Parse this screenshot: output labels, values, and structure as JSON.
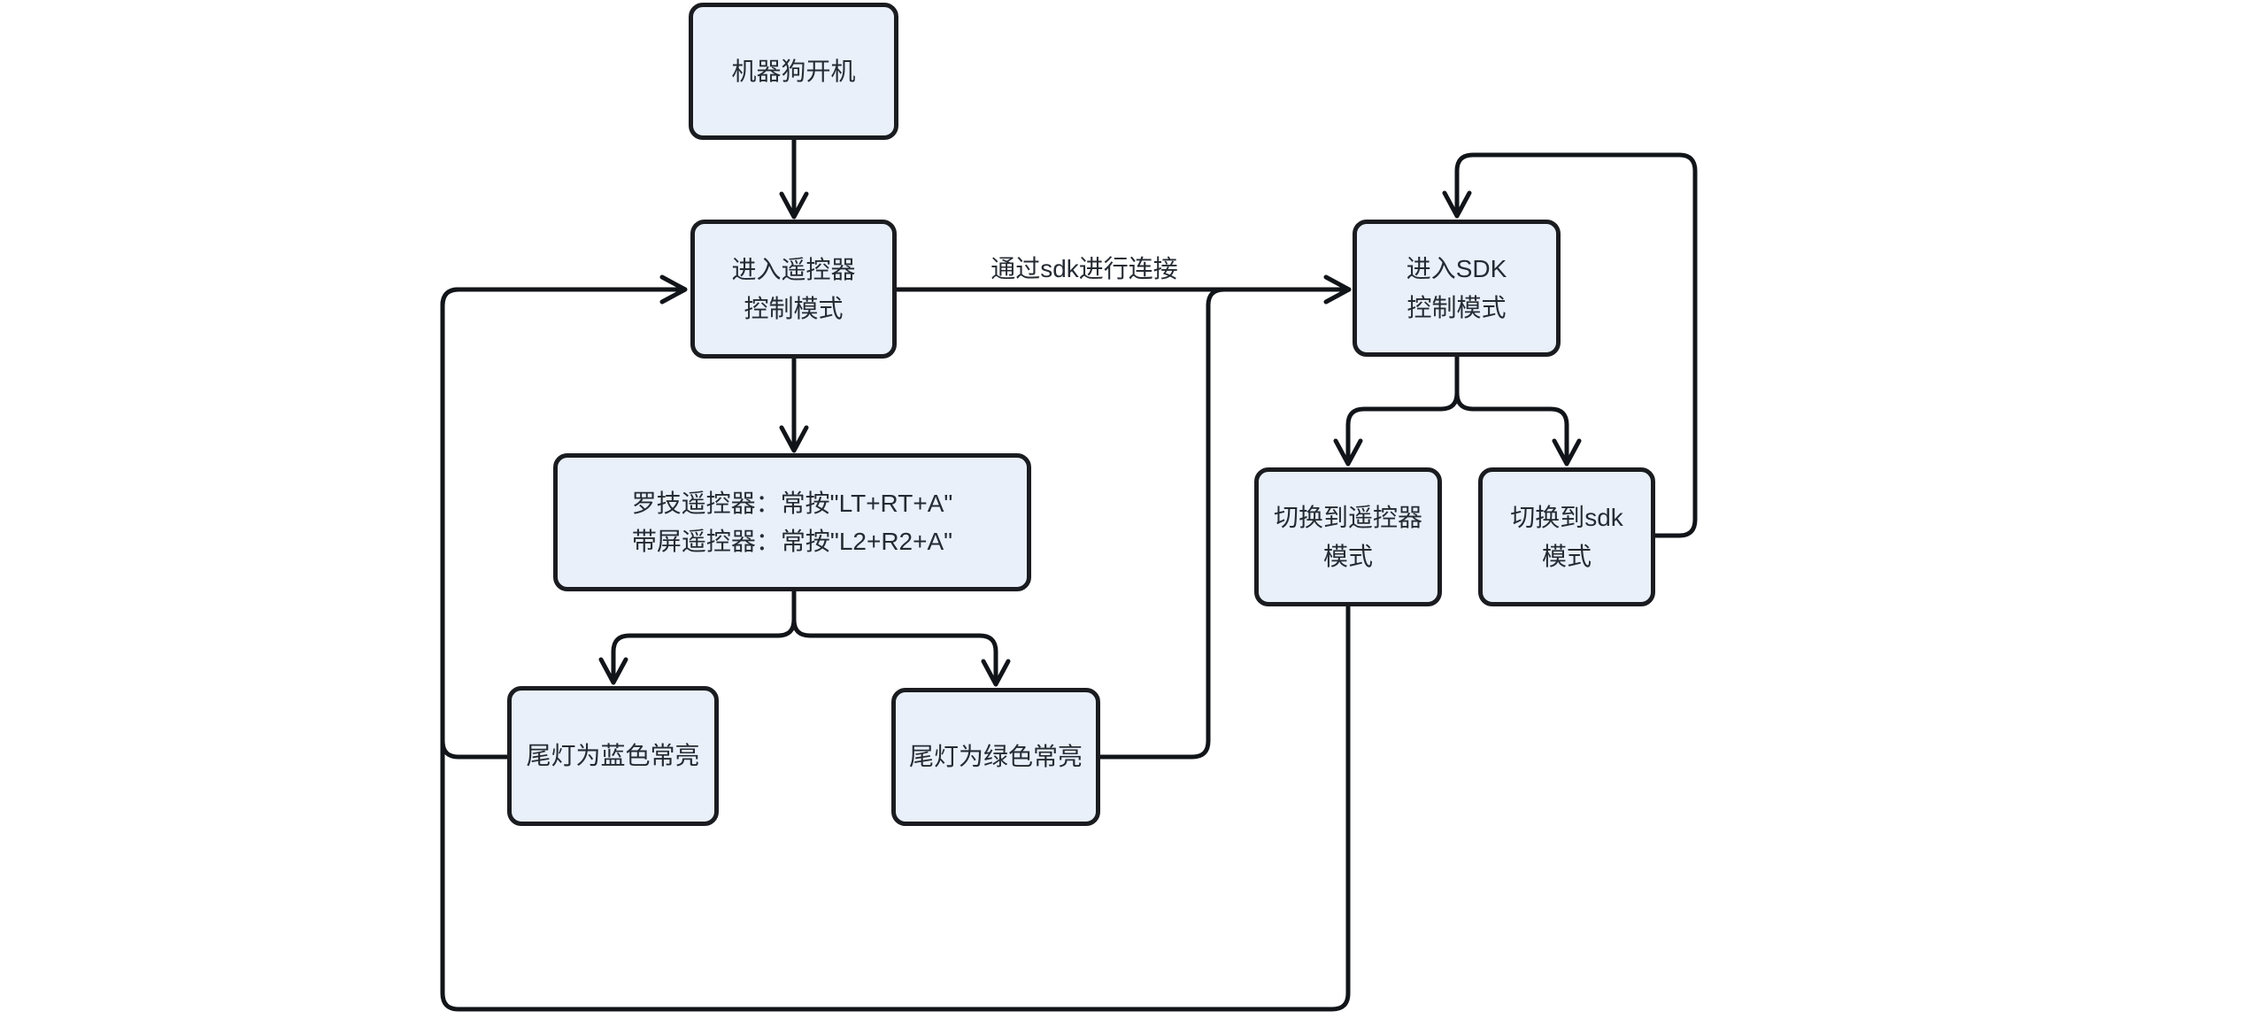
{
  "diagram": {
    "type": "flowchart",
    "colors": {
      "node_fill": "#e9f0fa",
      "node_border": "#1a1c20",
      "edge": "#111418",
      "text": "#262b33",
      "background": "#ffffff"
    },
    "nodes": [
      {
        "id": "A",
        "label": "机器狗开机"
      },
      {
        "id": "B",
        "label": "进入遥控器\n控制模式"
      },
      {
        "id": "C",
        "label": "进入SDK\n控制模式"
      },
      {
        "id": "D",
        "label": "罗技遥控器：常按\"LT+RT+A\"\n带屏遥控器：常按\"L2+R2+A\""
      },
      {
        "id": "E",
        "label": "尾灯为蓝色常亮"
      },
      {
        "id": "F",
        "label": "尾灯为绿色常亮"
      },
      {
        "id": "G",
        "label": "切换到遥控器\n模式"
      },
      {
        "id": "H",
        "label": "切换到sdk\n模式"
      }
    ],
    "edge_label_sdk": "通过sdk进行连接",
    "edges": [
      {
        "from": "机器狗开机",
        "to": "进入遥控器控制模式",
        "label": ""
      },
      {
        "from": "进入遥控器控制模式",
        "to": "进入SDK控制模式",
        "label": "通过sdk进行连接"
      },
      {
        "from": "进入遥控器控制模式",
        "to": "罗技遥控器：常按\"LT+RT+A\" 带屏遥控器：常按\"L2+R2+A\"",
        "label": ""
      },
      {
        "from": "罗技遥控器：常按\"LT+RT+A\" 带屏遥控器：常按\"L2+R2+A\"",
        "to": "尾灯为蓝色常亮",
        "label": ""
      },
      {
        "from": "罗技遥控器：常按\"LT+RT+A\" 带屏遥控器：常按\"L2+R2+A\"",
        "to": "尾灯为绿色常亮",
        "label": ""
      },
      {
        "from": "尾灯为蓝色常亮",
        "to": "进入遥控器控制模式",
        "label": ""
      },
      {
        "from": "尾灯为绿色常亮",
        "to": "进入SDK控制模式",
        "label": ""
      },
      {
        "from": "进入SDK控制模式",
        "to": "切换到遥控器模式",
        "label": ""
      },
      {
        "from": "进入SDK控制模式",
        "to": "切换到sdk模式",
        "label": ""
      },
      {
        "from": "切换到遥控器模式",
        "to": "进入遥控器控制模式",
        "label": ""
      },
      {
        "from": "切换到sdk模式",
        "to": "进入SDK控制模式",
        "label": ""
      }
    ]
  }
}
